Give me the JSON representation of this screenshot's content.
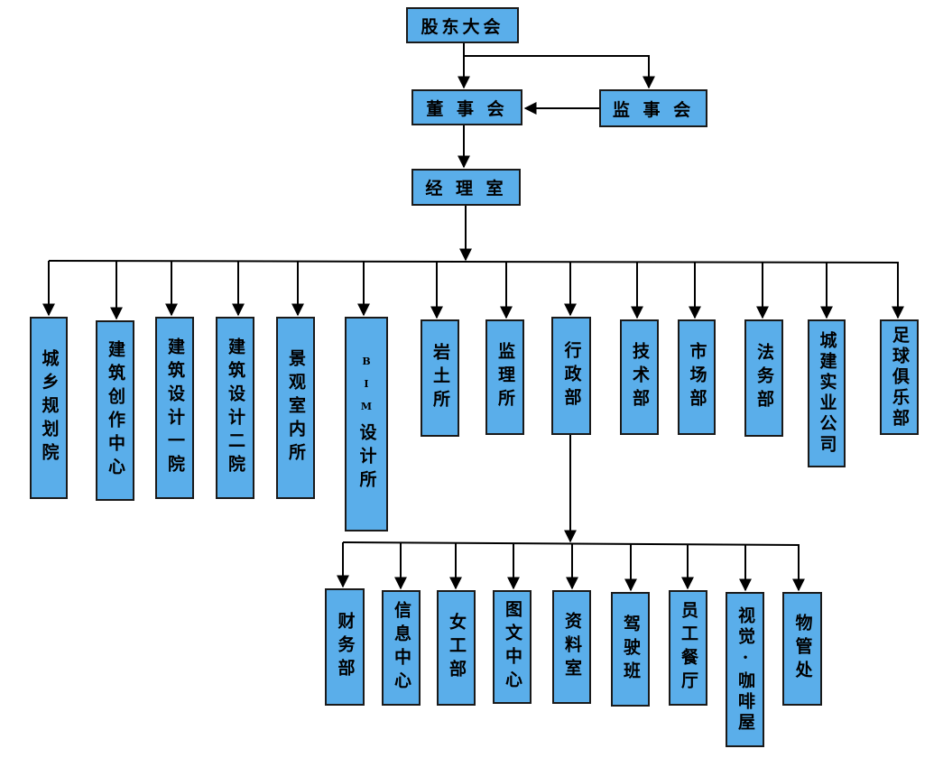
{
  "top": {
    "shareholders": "股东大会",
    "board": "董 事 会",
    "supervisors": "监 事 会",
    "manager": "经 理 室"
  },
  "departments": [
    "城乡规划院",
    "建筑创作中心",
    "建筑设计一院",
    "建筑设计二院",
    "景观室内所",
    "BIM设计所",
    "岩土所",
    "监理所",
    "行政部",
    "技术部",
    "市场部",
    "法务部",
    "城建实业公司",
    "足球俱乐部"
  ],
  "admin_units": [
    "财务部",
    "信息中心",
    "女工部",
    "图文中心",
    "资料室",
    "驾驶班",
    "员工餐厅",
    "视觉·咖啡屋",
    "物管处"
  ],
  "colors": {
    "box_fill": "#5aaeea",
    "box_border": "#1a1a1a",
    "line": "#000000"
  }
}
